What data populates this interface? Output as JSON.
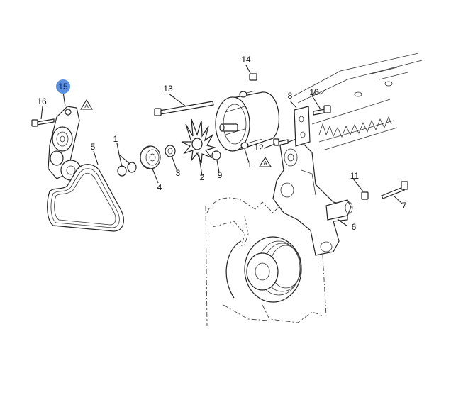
{
  "diagram": {
    "highlight_color": "#5b8fe0",
    "highlighted_callout": "15",
    "callouts": {
      "c1a": "1",
      "c1b": "1",
      "c2": "2",
      "c3": "3",
      "c4": "4",
      "c5": "5",
      "c6": "6",
      "c7": "7",
      "c8": "8",
      "c9": "9",
      "c10": "10",
      "c11": "11",
      "c12": "12",
      "c13": "13",
      "c14": "14",
      "c15": "15",
      "c16": "16"
    },
    "warning_symbol": "A"
  }
}
